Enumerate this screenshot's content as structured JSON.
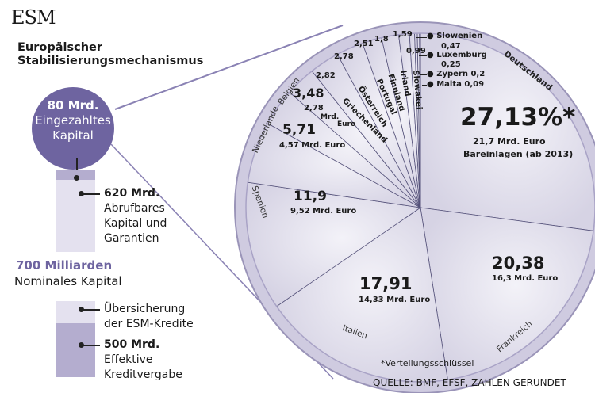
{
  "header": {
    "logo": "ESM",
    "title_line1": "Europäischer",
    "title_line2": "Stabilisierungsmechanismus"
  },
  "left": {
    "paid_in_value": "80 Mrd.",
    "paid_in_label1": "Eingezahltes",
    "paid_in_label2": "Kapital",
    "callable_value": "620 Mrd.",
    "callable_label1": "Abrufbares",
    "callable_label2": "Kapital und",
    "callable_label3": "Garantien",
    "nominal_value": "700 Milliarden",
    "nominal_label": "Nominales Kapital",
    "over_label1": "Übersicherung",
    "over_label2": "der ESM-Kredite",
    "lending_value": "500 Mrd.",
    "lending_label1": "Effektive",
    "lending_label2": "Kreditvergabe"
  },
  "colors": {
    "purple": "#6e64a0",
    "light": "#dedbeb",
    "mid": "#b4adcf"
  },
  "chart_data": {
    "type": "pie",
    "title": "Verteilungsschlüssel ESM (Anteile in %)",
    "slices": [
      {
        "name": "Deutschland",
        "value": 27.13,
        "label": "27,13%*",
        "amount": "21,7 Mrd. Euro",
        "note": "Bareinlagen (ab 2013)"
      },
      {
        "name": "Frankreich",
        "value": 20.38,
        "label": "20,38",
        "amount": "16,3 Mrd. Euro"
      },
      {
        "name": "Italien",
        "value": 17.91,
        "label": "17,91",
        "amount": "14,33 Mrd. Euro"
      },
      {
        "name": "Spanien",
        "value": 11.9,
        "label": "11,9",
        "amount": "9,52 Mrd. Euro"
      },
      {
        "name": "Niederlande",
        "value": 5.71,
        "label": "5,71",
        "amount": "4,57 Mrd. Euro"
      },
      {
        "name": "Belgien",
        "value": 3.48,
        "label": "3,48",
        "amount": "2,78",
        "amount_unit1": "Mrd.",
        "amount_unit2": "Euro"
      },
      {
        "name": "Griechenland",
        "value": 2.82,
        "label": "2,82"
      },
      {
        "name": "Österreich",
        "value": 2.78,
        "label": "2,78"
      },
      {
        "name": "Portugal",
        "value": 2.51,
        "label": "2,51"
      },
      {
        "name": "Finnland",
        "value": 1.8,
        "label": "1,8"
      },
      {
        "name": "Irland",
        "value": 1.59,
        "label": "1,59"
      },
      {
        "name": "Slowakei",
        "value": 0.99,
        "label": "0,99"
      },
      {
        "name": "Slowenien",
        "value": 0.47,
        "label": "0,47"
      },
      {
        "name": "Luxemburg",
        "value": 0.25,
        "label": "0,25"
      },
      {
        "name": "Zypern",
        "value": 0.2,
        "label": "0,2"
      },
      {
        "name": "Malta",
        "value": 0.09,
        "label": "0,09"
      }
    ],
    "footnote": "*Verteilungsschlüssel",
    "source": "QUELLE: BMF, EFSF, ZAHLEN GERUNDET"
  }
}
